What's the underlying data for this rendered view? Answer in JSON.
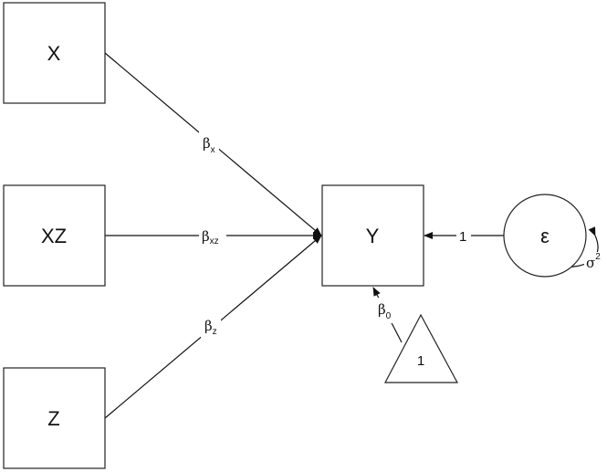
{
  "nodes": {
    "x": "X",
    "xz": "XZ",
    "z": "Z",
    "y": "Y",
    "epsilon": "ε",
    "one": "1"
  },
  "edges": {
    "beta_x": {
      "symbol": "β",
      "sub": "x"
    },
    "beta_xz": {
      "symbol": "β",
      "sub": "xz"
    },
    "beta_z": {
      "symbol": "β",
      "sub": "z"
    },
    "beta_0": {
      "symbol": "β",
      "sub": "0"
    },
    "loading": "1",
    "variance": {
      "symbol": "σ",
      "sup": "2"
    }
  }
}
